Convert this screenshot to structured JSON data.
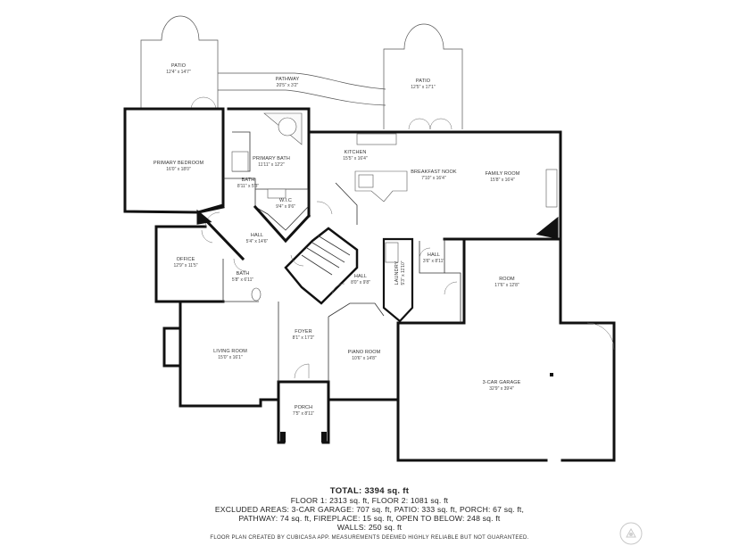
{
  "rooms": [
    {
      "id": "patio-left",
      "name": "PATIO",
      "dims": "12'4\" x 14'7\""
    },
    {
      "id": "pathway",
      "name": "PATHWAY",
      "dims": "20'5\" x 3'2\""
    },
    {
      "id": "patio-right",
      "name": "PATIO",
      "dims": "12'5\" x 17'1\""
    },
    {
      "id": "primary-bedroom",
      "name": "PRIMARY BEDROOM",
      "dims": "16'0\" x 18'0\""
    },
    {
      "id": "primary-bath",
      "name": "PRIMARY BATH",
      "dims": "11'11\" x 12'2\""
    },
    {
      "id": "kitchen",
      "name": "KITCHEN",
      "dims": "15'5\" x 16'4\""
    },
    {
      "id": "breakfast-nook",
      "name": "BREAKFAST NOOK",
      "dims": "7'10\" x 16'4\""
    },
    {
      "id": "family-room",
      "name": "FAMILY ROOM",
      "dims": "15'8\" x 16'4\""
    },
    {
      "id": "bath-upper",
      "name": "BATH",
      "dims": "8'11\" x 5'3\""
    },
    {
      "id": "wic",
      "name": "W.I.C",
      "dims": "9'4\" x 9'6\""
    },
    {
      "id": "hall-left",
      "name": "HALL",
      "dims": "5'4\" x 14'6\""
    },
    {
      "id": "office",
      "name": "OFFICE",
      "dims": "12'9\" x 11'5\""
    },
    {
      "id": "bath-lower",
      "name": "BATH",
      "dims": "5'8\" x 6'11\""
    },
    {
      "id": "laundry",
      "name": "LAUNDRY",
      "dims": "5'3\" x 11'10\""
    },
    {
      "id": "hall-small",
      "name": "HALL",
      "dims": "3'6\" x 8'11\""
    },
    {
      "id": "room",
      "name": "ROOM",
      "dims": "17'6\" x 12'8\""
    },
    {
      "id": "hall-center",
      "name": "HALL",
      "dims": "8'0\" x 9'8\""
    },
    {
      "id": "foyer",
      "name": "FOYER",
      "dims": "8'1\" x 17'2\""
    },
    {
      "id": "living-room",
      "name": "LIVING ROOM",
      "dims": "15'0\" x 16'1\""
    },
    {
      "id": "piano-room",
      "name": "PIANO ROOM",
      "dims": "10'6\" x 14'8\""
    },
    {
      "id": "garage",
      "name": "3-CAR GARAGE",
      "dims": "32'9\" x 39'4\""
    },
    {
      "id": "porch",
      "name": "PORCH",
      "dims": "7'5\" x 8'11\""
    }
  ],
  "summary": {
    "total": "TOTAL: 3394 sq. ft",
    "line1": "FLOOR 1: 2313 sq. ft, FLOOR 2: 1081 sq. ft",
    "line2": "EXCLUDED AREAS: 3-CAR GARAGE: 707 sq. ft, PATIO: 333 sq. ft, PORCH: 67 sq. ft,",
    "line3": "PATHWAY: 74 sq. ft, FIREPLACE: 15 sq. ft, OPEN TO BELOW: 248 sq. ft",
    "line4": "WALLS: 250 sq. ft"
  },
  "disclaimer": "FLOOR PLAN CREATED BY CUBICASA APP. MEASUREMENTS DEEMED HIGHLY RELIABLE BUT NOT GUARANTEED.",
  "colors": {
    "wall": "#111111",
    "line": "#555555",
    "background": "#ffffff"
  },
  "icons": [
    "cubicasa-logo-icon",
    "compass-icon"
  ]
}
